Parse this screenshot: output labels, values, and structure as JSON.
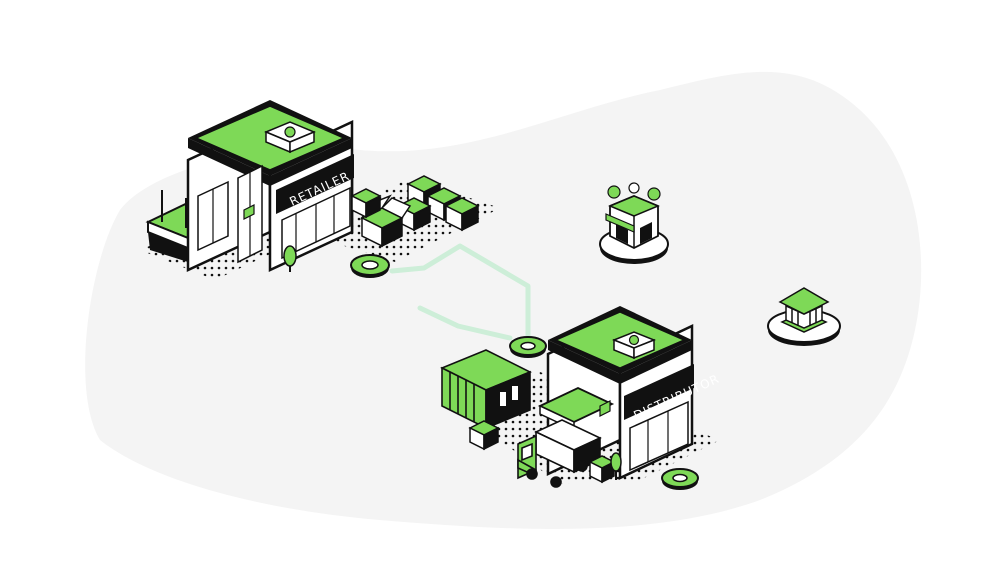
{
  "retailer": {
    "label": "RETAILER"
  },
  "distributor": {
    "label": "DISTRIBUTOR"
  },
  "palette": {
    "accent": "#7ed957",
    "ink": "#111111",
    "blob": "#f4f4f4",
    "route": "#cdeed8",
    "white": "#ffffff"
  },
  "icons": [
    "retailer-building",
    "distributor-building",
    "shipping-container",
    "delivery-truck",
    "cardboard-box",
    "cafe-shop-icon",
    "bank-icon",
    "location-marker-icon",
    "tree-icon"
  ]
}
